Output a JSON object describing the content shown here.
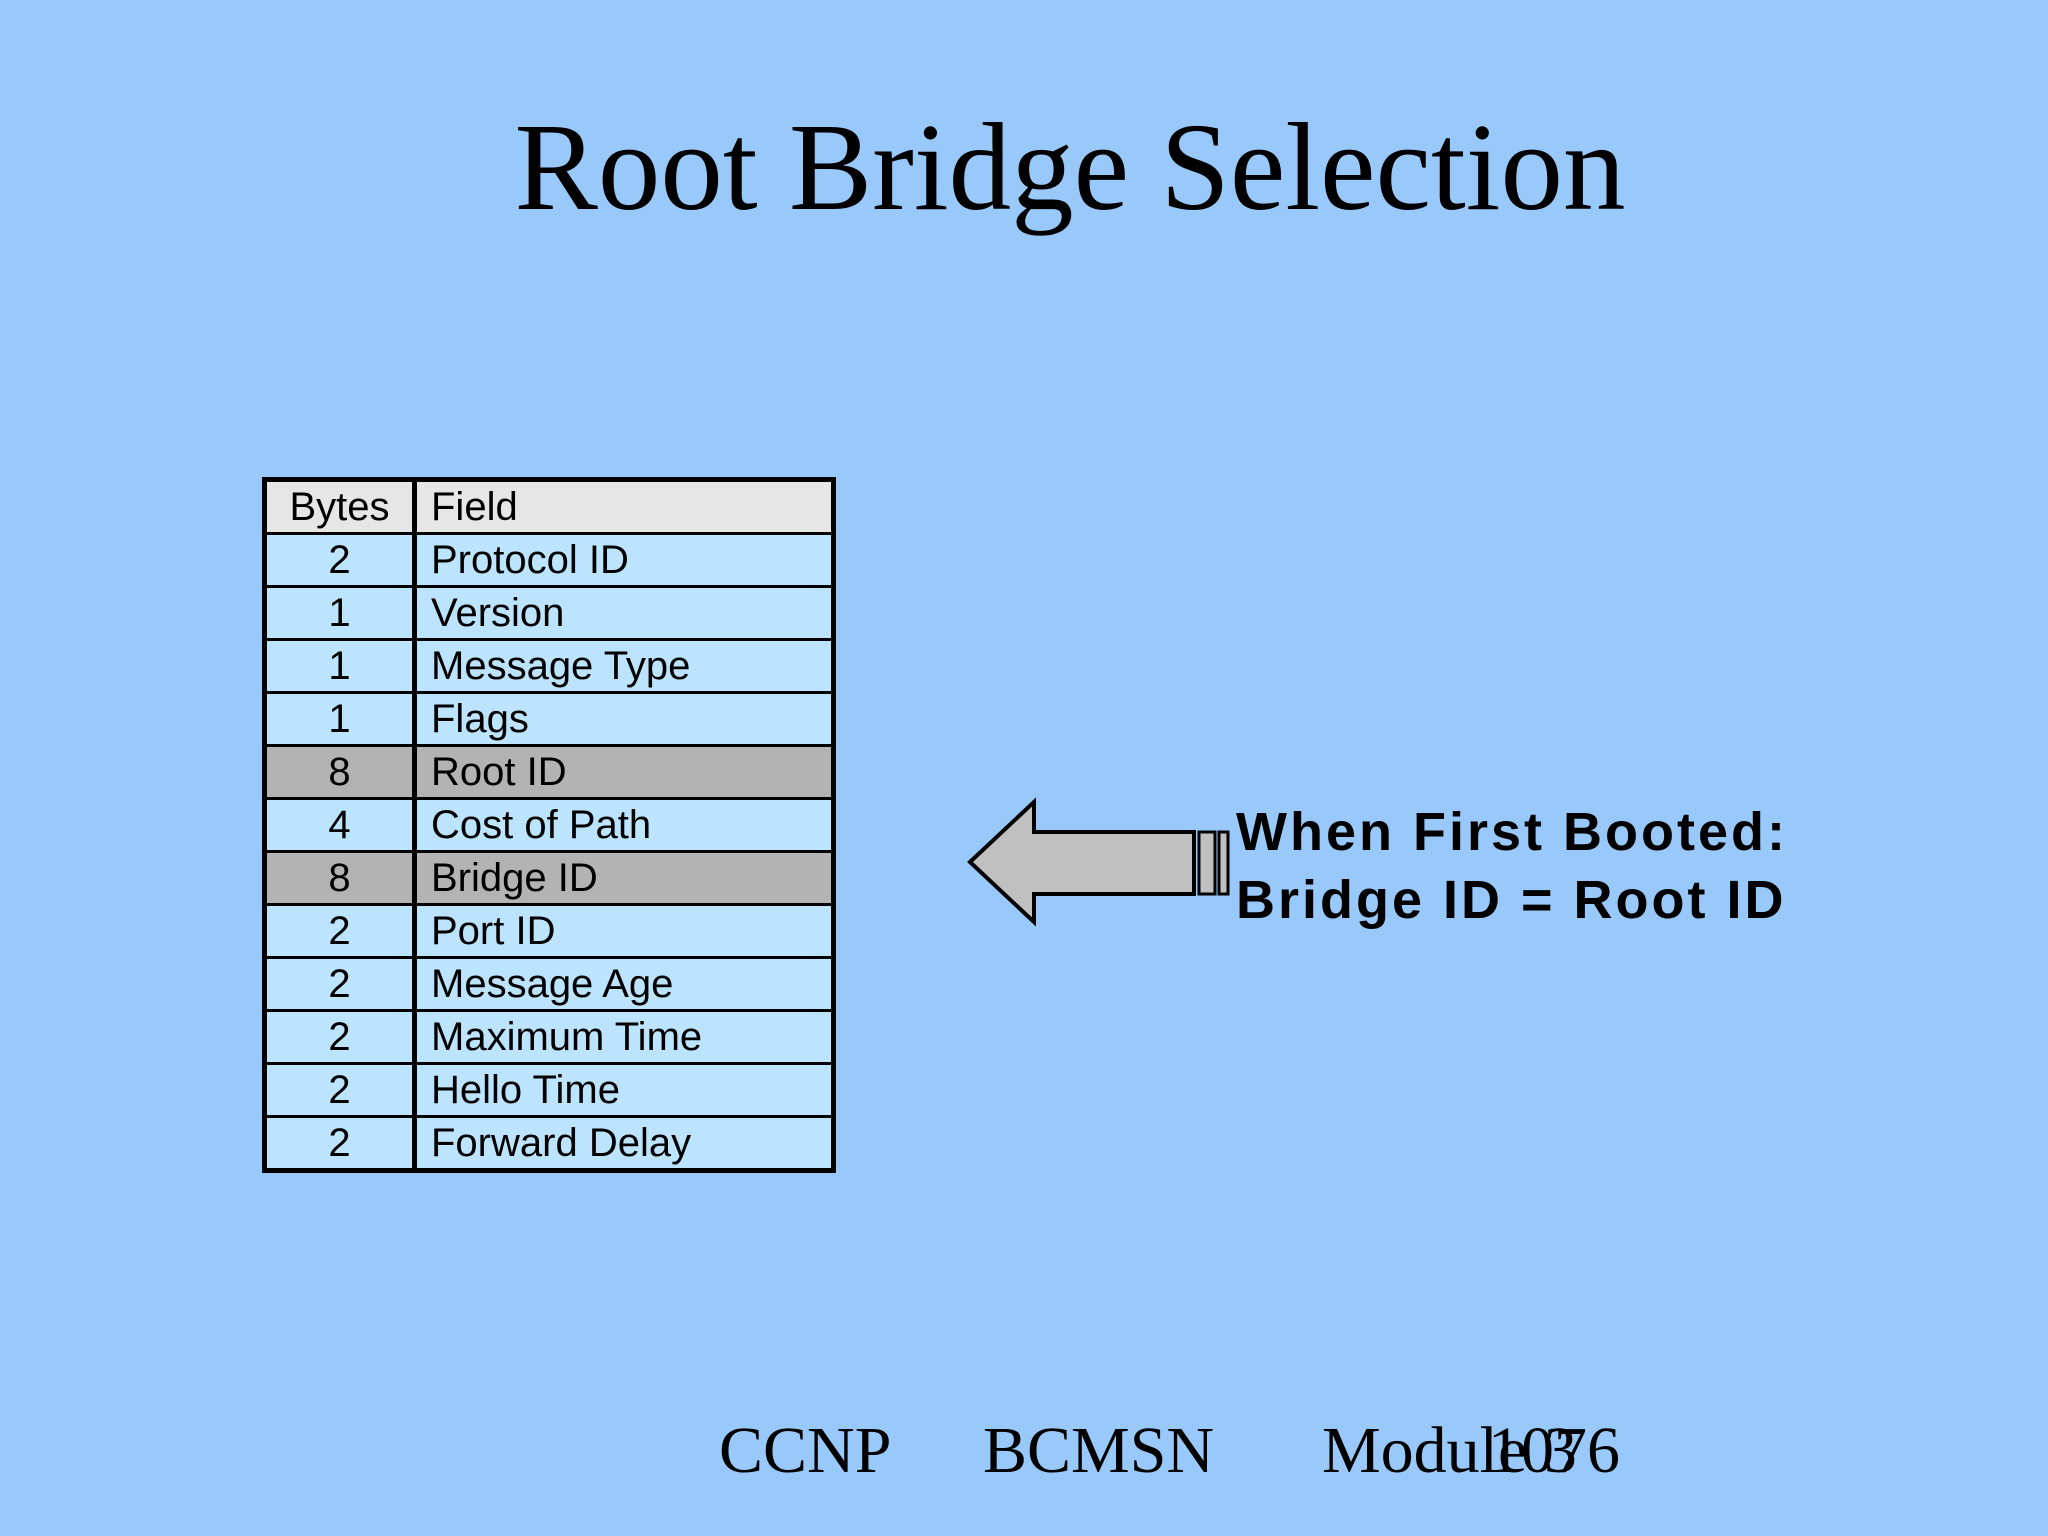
{
  "title": "Root Bridge Selection",
  "table": {
    "headers": {
      "bytes": "Bytes",
      "field": "Field"
    },
    "rows": [
      {
        "bytes": "2",
        "field": "Protocol ID"
      },
      {
        "bytes": "1",
        "field": "Version"
      },
      {
        "bytes": "1",
        "field": "Message Type"
      },
      {
        "bytes": "1",
        "field": "Flags"
      },
      {
        "bytes": "8",
        "field": "Root ID"
      },
      {
        "bytes": "4",
        "field": "Cost of Path"
      },
      {
        "bytes": "8",
        "field": "Bridge ID"
      },
      {
        "bytes": "2",
        "field": "Port ID"
      },
      {
        "bytes": "2",
        "field": "Message Age"
      },
      {
        "bytes": "2",
        "field": "Maximum Time"
      },
      {
        "bytes": "2",
        "field": "Hello Time"
      },
      {
        "bytes": "2",
        "field": "Forward Delay"
      }
    ]
  },
  "callout": {
    "line1": "When First Booted:",
    "line2": "Bridge ID = Root ID"
  },
  "footer": {
    "course": "CCNP",
    "subject": "BCMSN",
    "module": "Module 3",
    "page": "1076"
  },
  "colors": {
    "background": "#99c9fb",
    "row": "#bce4fe",
    "highlight_row": "#b3b3b3",
    "header_row": "#e6e6e6",
    "arrow": "#c0c0c0"
  }
}
